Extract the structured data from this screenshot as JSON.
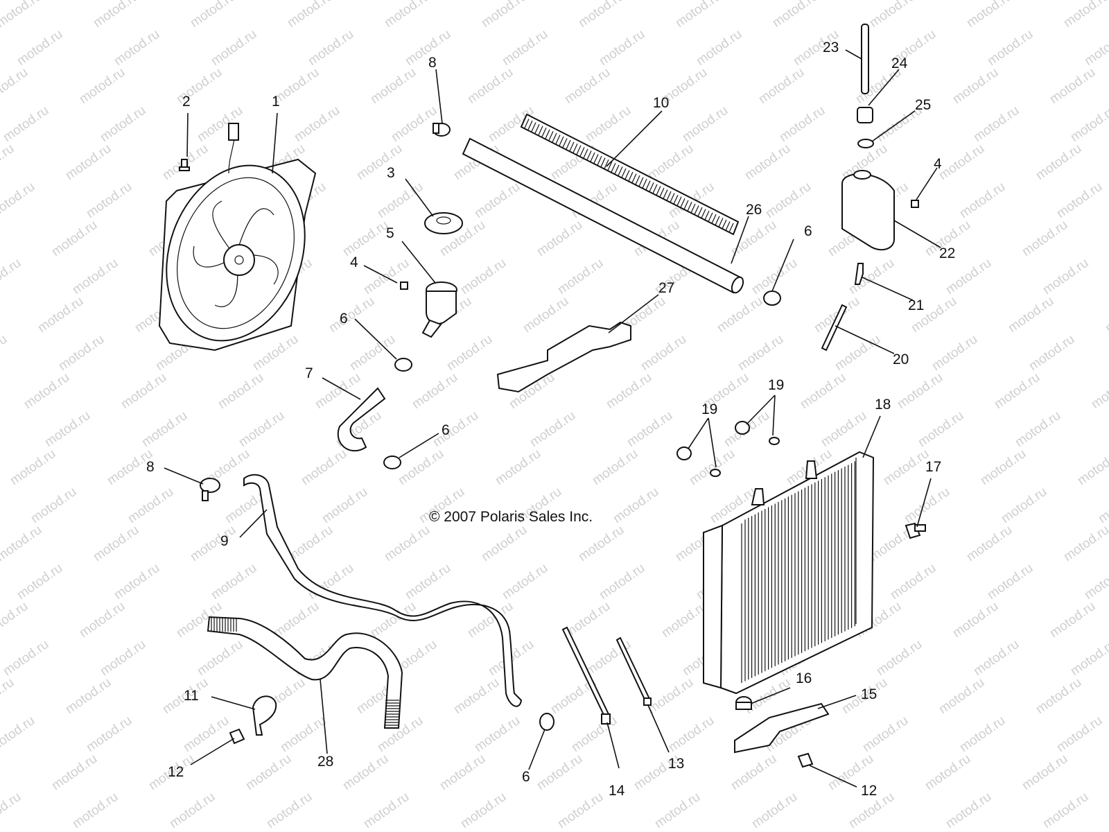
{
  "watermark": "motod.ru",
  "copyright": "© 2007 Polaris Sales Inc.",
  "callouts": [
    "1",
    "2",
    "3",
    "4",
    "4",
    "5",
    "6",
    "6",
    "6",
    "6",
    "7",
    "8",
    "8",
    "9",
    "10",
    "11",
    "12",
    "12",
    "13",
    "14",
    "15",
    "16",
    "17",
    "18",
    "19",
    "19",
    "20",
    "21",
    "22",
    "23",
    "24",
    "25",
    "26",
    "27",
    "28"
  ]
}
